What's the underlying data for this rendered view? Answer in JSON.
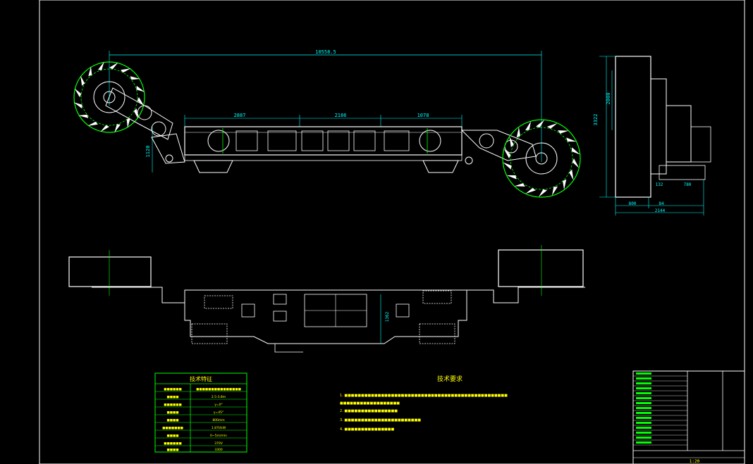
{
  "dimensions": {
    "overall_length": "10558.5",
    "span_left": "2887",
    "span_mid": "2186",
    "span_right": "1078",
    "left_height": "1120",
    "side_height_total": "3322",
    "side_height_inner": "2000",
    "side_bottom_left": "800",
    "side_bottom_mid": "84",
    "side_bottom_total": "2144",
    "side_small_1": "780",
    "side_small_2": "132",
    "plan_height": "1362"
  },
  "tech_table": {
    "title": "技术特征",
    "rows": [
      {
        "k": "■■■■■■",
        "v": "■■■■■■■■■■■■■■■"
      },
      {
        "k": "■■■■",
        "v": "2.5-3.8m"
      },
      {
        "k": "■■■■■■",
        "v": "γ=0°"
      },
      {
        "k": "■■■■",
        "v": "γ=45°"
      },
      {
        "k": "■■■■",
        "v": "800mm"
      },
      {
        "k": "■■■■■■■",
        "v": "1.87t/kW"
      },
      {
        "k": "■■■■",
        "v": "0~5m/min"
      },
      {
        "k": "■■■■■■",
        "v": "370V"
      },
      {
        "k": "■■■■",
        "v": "3300"
      }
    ]
  },
  "tech_requirements": {
    "title": "技术要求",
    "items": [
      "1. ■■■■■■■■■■■■■■■■■■■■■■■■■■■■■■■■■■■■■■■■■■■■■■■■■",
      "   ■■■■■■■■■■■■■■■■■■",
      "2. ■■■■■■■■■■■■■■■■",
      "3. ■■■■■■■■■■■■■■■■■■■■■■■",
      "4. ■■■■■■■■■■■■■■■"
    ]
  },
  "title_block": {
    "scale": "1:20"
  },
  "colors": {
    "background": "#000000",
    "outline": "#ffffff",
    "dimension": "#00ffff",
    "accent": "#00ff00",
    "text": "#ffff00"
  }
}
